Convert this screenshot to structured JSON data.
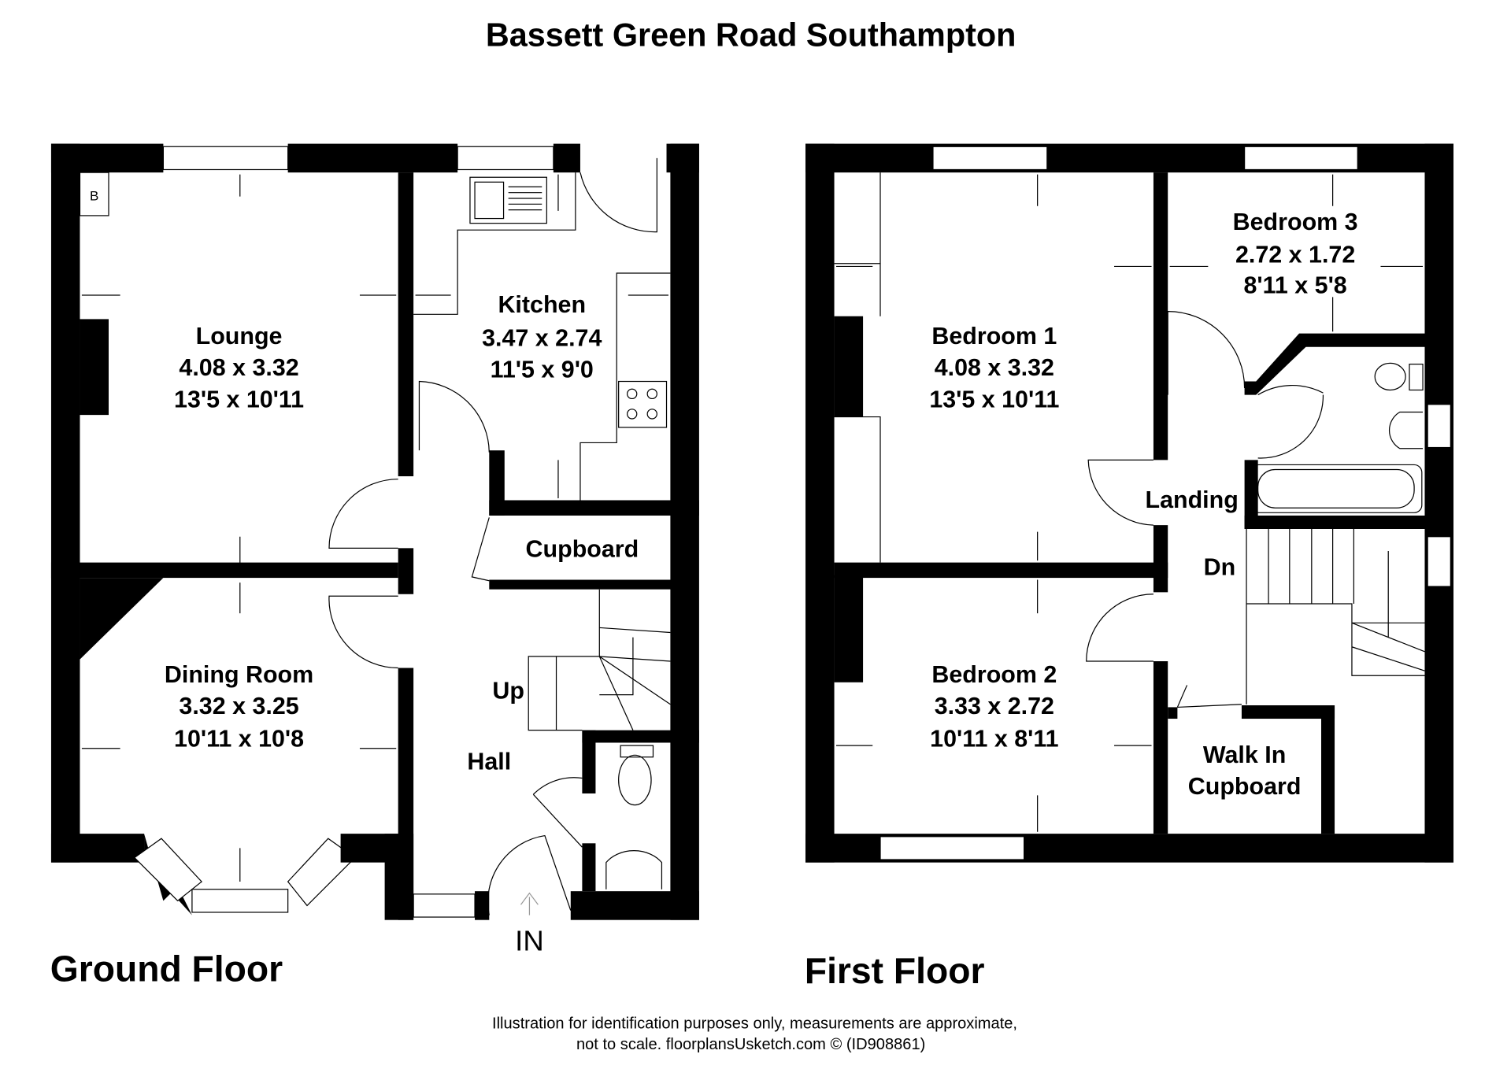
{
  "title": "Bassett Green Road Southampton",
  "ground_floor": {
    "label": "Ground Floor",
    "rooms": [
      {
        "name": "Lounge",
        "metric": "4.08 x 3.32",
        "imperial": "13'5 x 10'11"
      },
      {
        "name": "Kitchen",
        "metric": "3.47 x 2.74",
        "imperial": "11'5 x 9'0"
      },
      {
        "name": "Dining Room",
        "metric": "3.32 x 3.25",
        "imperial": "10'11 x 10'8"
      }
    ],
    "labels": {
      "cupboard": "Cupboard",
      "hall": "Hall",
      "up": "Up",
      "in": "IN",
      "boiler": "B"
    }
  },
  "first_floor": {
    "label": "First Floor",
    "rooms": [
      {
        "name": "Bedroom 1",
        "metric": "4.08 x 3.32",
        "imperial": "13'5 x 10'11"
      },
      {
        "name": "Bedroom 3",
        "metric": "2.72 x 1.72",
        "imperial": "8'11 x 5'8"
      },
      {
        "name": "Bedroom 2",
        "metric": "3.33 x 2.72",
        "imperial": "10'11 x 8'11"
      }
    ],
    "labels": {
      "landing": "Landing",
      "down": "Dn",
      "walk_in_1": "Walk In",
      "walk_in_2": "Cupboard"
    }
  },
  "footer": {
    "line1": "Illustration for identification purposes only, measurements are approximate,",
    "line2": "not to scale. floorplansUsketch.com © (ID908861)"
  }
}
